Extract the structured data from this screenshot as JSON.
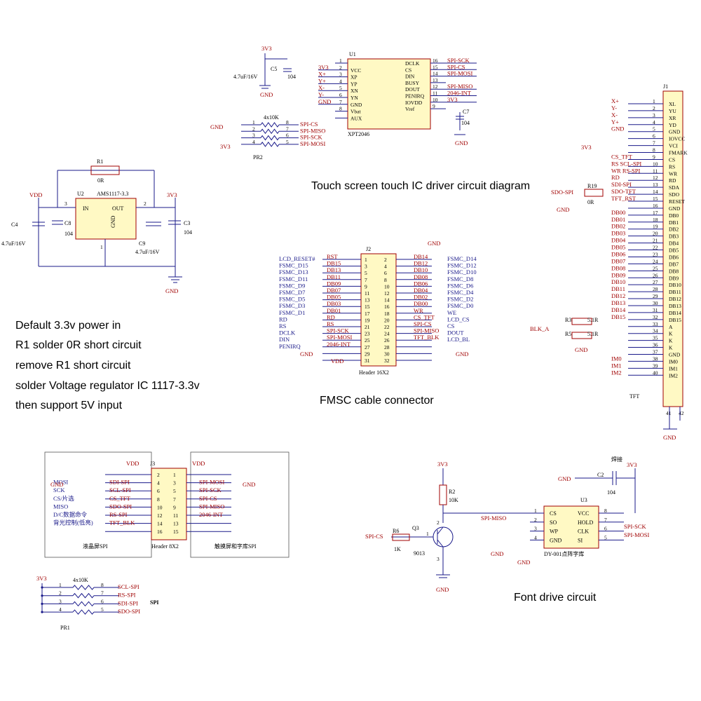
{
  "captions": {
    "touch": "Touch screen touch IC driver circuit diagram",
    "fsmc": "FMSC cable connector",
    "font": "Font drive circuit",
    "note": [
      "Default 3.3v power in",
      "R1 solder 0R short circuit",
      "remove R1 short circuit",
      "solder Voltage regulator IC 1117-3.3v",
      "then support 5V input"
    ]
  },
  "power": {
    "r1_ref": "R1",
    "r1_val": "0R",
    "u2_ref": "U2",
    "u2_name": "AMS1117-3.3",
    "in": "IN",
    "out": "OUT",
    "gnd": "GND",
    "pin3": "3",
    "pin2": "2",
    "pin1": "1",
    "vdd": "VDD",
    "v33": "3V3",
    "c4": "C4",
    "c4_val": "4.7uF/16V",
    "c8": "C8",
    "c8_val": "104",
    "c9": "C9",
    "c9_val": "4.7uF/16V",
    "c3": "C3",
    "c3_val": "104",
    "gnd_label": "GND"
  },
  "touch": {
    "u1": "U1",
    "chip": "XPT2046",
    "v33": "3V3",
    "c5": "C5",
    "c5_cap": "4.7uF/16V",
    "c5_val": "104",
    "gnd": "GND",
    "left_pins": [
      {
        "num": "1",
        "name": "",
        "net": ""
      },
      {
        "num": "2",
        "name": "VCC",
        "net": "3V3"
      },
      {
        "num": "3",
        "name": "XP",
        "net": "X+"
      },
      {
        "num": "4",
        "name": "YP",
        "net": "Y+"
      },
      {
        "num": "5",
        "name": "XN",
        "net": "X-"
      },
      {
        "num": "6",
        "name": "YN",
        "net": "Y-"
      },
      {
        "num": "7",
        "name": "GND",
        "net": "GND"
      },
      {
        "num": "8",
        "name": "Vbat",
        "net": ""
      },
      {
        "num": "",
        "name": "AUX",
        "net": ""
      }
    ],
    "right_pins": [
      {
        "num": "16",
        "name": "DCLK",
        "net": "SPI-SCK"
      },
      {
        "num": "15",
        "name": "CS",
        "net": "SPI-CS"
      },
      {
        "num": "14",
        "name": "DIN",
        "net": "SPI-MOSI"
      },
      {
        "num": "13",
        "name": "BUSY",
        "net": ""
      },
      {
        "num": "12",
        "name": "DOUT",
        "net": "SPI-MISO"
      },
      {
        "num": "11",
        "name": "PENIRQ",
        "net": "2046-INT"
      },
      {
        "num": "10",
        "name": "IOVDD",
        "net": "3V3"
      },
      {
        "num": "9",
        "name": "Vref",
        "net": ""
      }
    ],
    "c7": "C7",
    "c7_val": "104",
    "pr2": "PR2",
    "pr2_val": "4x10K",
    "pr2_rows": [
      {
        "a": "1",
        "b": "8",
        "net": "SPI-CS"
      },
      {
        "a": "2",
        "b": "7",
        "net": "SPI-MISO"
      },
      {
        "a": "3",
        "b": "6",
        "net": "SPI-SCK"
      },
      {
        "a": "4",
        "b": "5",
        "net": "SPI-MOSI"
      }
    ],
    "pr2_gnd": "GND",
    "pr2_v33": "3V3"
  },
  "j1": {
    "ref": "J1",
    "tft": "TFT",
    "v33": "3V3",
    "gnd": "GND",
    "r19": "R19",
    "r19_val": "0R",
    "sdo_spi": "SDO-SPI",
    "r3": "R3",
    "r3_val": "5.1R",
    "r5": "R5",
    "r5_val": "5.1R",
    "blk": "BLK_A",
    "pins": [
      {
        "n": "1",
        "name": "XL",
        "net": "X+"
      },
      {
        "n": "2",
        "name": "YU",
        "net": "Y-"
      },
      {
        "n": "3",
        "name": "XR",
        "net": "X-"
      },
      {
        "n": "4",
        "name": "YD",
        "net": "Y+"
      },
      {
        "n": "5",
        "name": "GND",
        "net": "GND"
      },
      {
        "n": "6",
        "name": "IOVCC",
        "net": ""
      },
      {
        "n": "7",
        "name": "VCI",
        "net": ""
      },
      {
        "n": "8",
        "name": "FMARK",
        "net": ""
      },
      {
        "n": "9",
        "name": "CS",
        "net": "CS_TFT"
      },
      {
        "n": "10",
        "name": "RS",
        "net": "RS   SCL-SPI"
      },
      {
        "n": "11",
        "name": "WR",
        "net": "WR  RS-SPI"
      },
      {
        "n": "12",
        "name": "RD",
        "net": "RD"
      },
      {
        "n": "13",
        "name": "SDA",
        "net": "SDI-SPI"
      },
      {
        "n": "14",
        "name": "SDO",
        "net": "SDO-TFT"
      },
      {
        "n": "15",
        "name": "RESET",
        "net": "TFT_RST"
      },
      {
        "n": "16",
        "name": "GND",
        "net": ""
      },
      {
        "n": "17",
        "name": "DB0",
        "net": "DB00"
      },
      {
        "n": "18",
        "name": "DB1",
        "net": "DB01"
      },
      {
        "n": "19",
        "name": "DB2",
        "net": "DB02"
      },
      {
        "n": "20",
        "name": "DB3",
        "net": "DB03"
      },
      {
        "n": "21",
        "name": "DB4",
        "net": "DB04"
      },
      {
        "n": "22",
        "name": "DB5",
        "net": "DB05"
      },
      {
        "n": "23",
        "name": "DB6",
        "net": "DB06"
      },
      {
        "n": "24",
        "name": "DB7",
        "net": "DB07"
      },
      {
        "n": "25",
        "name": "DB8",
        "net": "DB08"
      },
      {
        "n": "26",
        "name": "DB9",
        "net": "DB09"
      },
      {
        "n": "27",
        "name": "DB10",
        "net": "DB10"
      },
      {
        "n": "28",
        "name": "DB11",
        "net": "DB11"
      },
      {
        "n": "29",
        "name": "DB12",
        "net": "DB12"
      },
      {
        "n": "30",
        "name": "DB13",
        "net": "DB13"
      },
      {
        "n": "31",
        "name": "DB14",
        "net": "DB14"
      },
      {
        "n": "32",
        "name": "DB15",
        "net": "DB15"
      },
      {
        "n": "33",
        "name": "A",
        "net": ""
      },
      {
        "n": "34",
        "name": "K",
        "net": ""
      },
      {
        "n": "35",
        "name": "K",
        "net": ""
      },
      {
        "n": "36",
        "name": "K",
        "net": ""
      },
      {
        "n": "37",
        "name": "GND",
        "net": ""
      },
      {
        "n": "38",
        "name": "IM0",
        "net": "IM0"
      },
      {
        "n": "39",
        "name": "IM1",
        "net": "IM1"
      },
      {
        "n": "40",
        "name": "IM2",
        "net": "IM2"
      }
    ],
    "bottom_pins": [
      "41",
      "42"
    ]
  },
  "j2": {
    "ref": "J2",
    "footer": "Header 16X2",
    "vdd": "VDD",
    "gnd": "GND",
    "rows": [
      {
        "ll": "LCD_RESET#",
        "ln": "RST",
        "p1": "1",
        "p2": "2",
        "rn": "DB14",
        "rl": "FSMC_D14"
      },
      {
        "ll": "FSMC_D15",
        "ln": "DB15",
        "p1": "3",
        "p2": "4",
        "rn": "DB12",
        "rl": "FSMC_D12"
      },
      {
        "ll": "FSMC_D13",
        "ln": "DB13",
        "p1": "5",
        "p2": "6",
        "rn": "DB10",
        "rl": "FSMC_D10"
      },
      {
        "ll": "FSMC_D11",
        "ln": "DB11",
        "p1": "7",
        "p2": "8",
        "rn": "DB08",
        "rl": "FSMC_D8"
      },
      {
        "ll": "FSMC_D9",
        "ln": "DB09",
        "p1": "9",
        "p2": "10",
        "rn": "DB06",
        "rl": "FSMC_D6"
      },
      {
        "ll": "FSMC_D7",
        "ln": "DB07",
        "p1": "11",
        "p2": "12",
        "rn": "DB04",
        "rl": "FSMC_D4"
      },
      {
        "ll": "FSMC_D5",
        "ln": "DB05",
        "p1": "13",
        "p2": "14",
        "rn": "DB02",
        "rl": "FSMC_D2"
      },
      {
        "ll": "FSMC_D3",
        "ln": "DB03",
        "p1": "15",
        "p2": "16",
        "rn": "DB00",
        "rl": "FSMC_D0"
      },
      {
        "ll": "FSMC_D1",
        "ln": "DB01",
        "p1": "17",
        "p2": "18",
        "rn": "WR",
        "rl": "WE"
      },
      {
        "ll": "RD",
        "ln": "RD",
        "p1": "19",
        "p2": "20",
        "rn": "CS_TFT",
        "rl": "LCD_CS"
      },
      {
        "ll": "RS",
        "ln": "RS",
        "p1": "21",
        "p2": "22",
        "rn": "SPI-CS",
        "rl": "CS"
      },
      {
        "ll": "DCLK",
        "ln": "SPI-SCK",
        "p1": "23",
        "p2": "24",
        "rn": "SPI-MISO",
        "rl": "DOUT"
      },
      {
        "ll": "DIN",
        "ln": "SPI-MOSI",
        "p1": "25",
        "p2": "26",
        "rn": "TFT_BLK",
        "rl": "LCD_BL"
      },
      {
        "ll": "PENIRQ",
        "ln": "2046-INT",
        "p1": "27",
        "p2": "28",
        "rn": "",
        "rl": ""
      },
      {
        "ll": "",
        "ln": "",
        "p1": "29",
        "p2": "30",
        "rn": "",
        "rl": ""
      },
      {
        "ll": "",
        "ln": "",
        "p1": "31",
        "p2": "32",
        "rn": "",
        "rl": ""
      }
    ]
  },
  "j3": {
    "ref": "J3",
    "footer": "Header 8X2",
    "vdd": "VDD",
    "gnd": "GND",
    "left_box": "液晶屏SPI",
    "right_box": "触摸屏和字库SPI",
    "rows": [
      {
        "ll": "",
        "ln": "",
        "p1": "2",
        "p2": "1",
        "rn": "",
        "rl": ""
      },
      {
        "ll": "MOSI",
        "ln": "SDI-SPI",
        "p1": "4",
        "p2": "3",
        "rn": "SPI-MOSI",
        "rl": ""
      },
      {
        "ll": "SCK",
        "ln": "SCL-SPI",
        "p1": "6",
        "p2": "5",
        "rn": "SPI-SCK",
        "rl": ""
      },
      {
        "ll": "CS/片选",
        "ln": "CS_TFT",
        "p1": "8",
        "p2": "7",
        "rn": "SPI-CS",
        "rl": ""
      },
      {
        "ll": "MISO",
        "ln": "SDO-SPI",
        "p1": "10",
        "p2": "9",
        "rn": "SPI-MISO",
        "rl": ""
      },
      {
        "ll": "D/C数据命令",
        "ln": "RS-SPI",
        "p1": "12",
        "p2": "11",
        "rn": "2046-INT",
        "rl": ""
      },
      {
        "ll": "背光控制(低亮)",
        "ln": "TFT_BLK",
        "p1": "14",
        "p2": "13",
        "rn": "",
        "rl": ""
      },
      {
        "ll": "",
        "ln": "",
        "p1": "16",
        "p2": "15",
        "rn": "",
        "rl": ""
      }
    ]
  },
  "pr1": {
    "ref": "PR1",
    "val": "4x10K",
    "v33": "3V3",
    "spi": "SPI",
    "rows": [
      {
        "a": "1",
        "b": "8",
        "net": "SCL-SPI"
      },
      {
        "a": "2",
        "b": "7",
        "net": "RS-SPI"
      },
      {
        "a": "3",
        "b": "6",
        "net": "SDI-SPI"
      },
      {
        "a": "4",
        "b": "5",
        "net": "SDO-SPI"
      }
    ]
  },
  "font": {
    "v33": "3V3",
    "r2": "R2",
    "r2_val": "10K",
    "q3": "Q3",
    "q3_val": "9013",
    "r6": "R6",
    "r6_val": "1K",
    "spi_cs": "SPI-CS",
    "spi_miso": "SPI-MISO",
    "spi_sck": "SPI-SCK",
    "spi_mosi": "SPI-MOSI",
    "gnd": "GND",
    "c2": "C2",
    "c2_val": "104",
    "c2_note": "焊接",
    "u3": "U3",
    "u3_name": "DY-001点阵字库",
    "q_pins": [
      "1",
      "2",
      "3"
    ],
    "left_pins": [
      {
        "n": "1",
        "name": "CS"
      },
      {
        "n": "2",
        "name": "SO"
      },
      {
        "n": "3",
        "name": "WP"
      },
      {
        "n": "4",
        "name": "GND"
      }
    ],
    "right_pins": [
      {
        "n": "8",
        "name": "VCC"
      },
      {
        "n": "7",
        "name": "HOLD"
      },
      {
        "n": "6",
        "name": "CLK"
      },
      {
        "n": "5",
        "name": "SI"
      }
    ]
  }
}
